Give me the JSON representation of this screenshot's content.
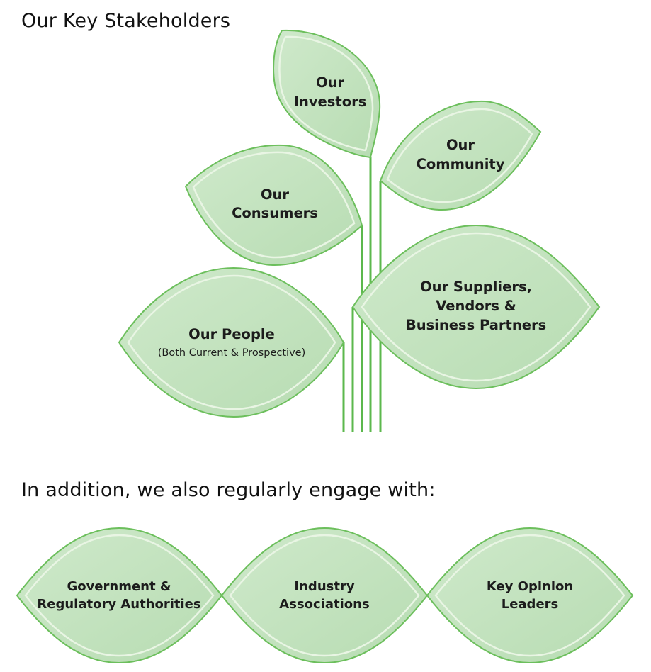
{
  "title": "Our Key Stakeholders",
  "subheading": "In addition, we also regularly engage with:",
  "colors": {
    "leaf_fill": "#c4e3c0",
    "leaf_stroke": "#6cbf5c",
    "stem": "#5cb84d"
  },
  "stakeholders": {
    "investors": {
      "line1": "Our",
      "line2": "Investors"
    },
    "community": {
      "line1": "Our",
      "line2": "Community"
    },
    "consumers": {
      "line1": "Our",
      "line2": "Consumers"
    },
    "people": {
      "line1": "Our People",
      "note": "(Both Current & Prospective)"
    },
    "suppliers": {
      "line1": "Our Suppliers,",
      "line2": "Vendors &",
      "line3": "Business Partners"
    }
  },
  "others": [
    {
      "line1": "Government &",
      "line2": "Regulatory Authorities"
    },
    {
      "line1": "Industry",
      "line2": "Associations"
    },
    {
      "line1": "Key Opinion",
      "line2": "Leaders"
    }
  ]
}
